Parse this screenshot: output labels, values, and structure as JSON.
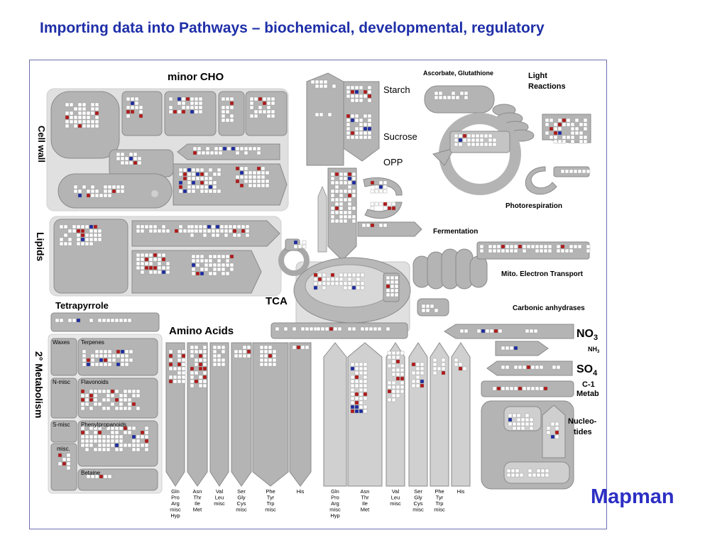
{
  "slide": {
    "title": "Importing data into Pathways – biochemical, developmental, regulatory",
    "brand": "Mapman"
  },
  "map": {
    "labels": {
      "minor_cho": "minor CHO",
      "cell_wall": "Cell wall",
      "lipids": "Lipids",
      "tetrapyrrole": "Tetrapyrrole",
      "secondary_metabolism": "2° Metabolism",
      "amino_acids": "Amino Acids",
      "tca": "TCA",
      "starch": "Starch",
      "sucrose": "Sucrose",
      "opp": "OPP",
      "ascorbate": "Ascorbate, Glutathione",
      "light_reactions_1": "Light",
      "light_reactions_2": "Reactions",
      "photorespiration": "Photorespiration",
      "fermentation": "Fermentation",
      "mito": "Mito. Electron Transport",
      "carbonic": "Carbonic anhydrases",
      "no3": "NO",
      "no3_sub": "3",
      "nh3": "NH",
      "nh3_sub": "3",
      "so4": "SO",
      "so4_sub": "4",
      "c1_1": "C-1",
      "c1_2": "Metab",
      "nucleo_1": "Nucleo-",
      "nucleo_2": "tides"
    },
    "secondary": {
      "waxes": "Waxes",
      "terpenes": "Terpenes",
      "nmisc": "N-misc",
      "flavonoids": "Flavonoids",
      "smisc": "S-misc",
      "phenylpropanoids": "Phenylpropanoids",
      "misc": "misc.",
      "betaine": "Betaine"
    },
    "amino_columns": [
      [
        "Gln",
        "Pro",
        "Arg",
        "misc",
        "Hyp"
      ],
      [
        "Asn",
        "Thr",
        "Ile",
        "Met"
      ],
      [
        "Val",
        "Leu",
        "misc"
      ],
      [
        "Ser",
        "Gly",
        "Cys",
        "misc"
      ],
      [
        "Phe",
        "Tyr",
        "Trp",
        "misc"
      ],
      [
        "His"
      ],
      [
        "Gln",
        "Pro",
        "Arg",
        "misc",
        "Hyp"
      ],
      [
        "Asn",
        "Thr",
        "Ile",
        "Met"
      ],
      [
        "Val",
        "Leu",
        "misc"
      ],
      [
        "Ser",
        "Gly",
        "Cys",
        "misc"
      ],
      [
        "Phe",
        "Tyr",
        "Trp",
        "misc"
      ],
      [
        "His"
      ]
    ],
    "colors": {
      "up": "#b01818",
      "down": "#1c2aa0",
      "box": "#b4b4b4",
      "panel": "#dcdcdc",
      "title": "#1f2fa8"
    }
  }
}
